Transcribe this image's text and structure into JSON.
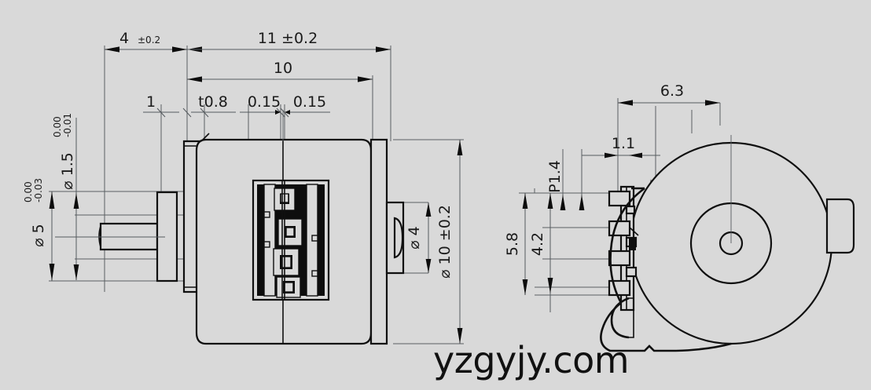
{
  "drawing": {
    "title": "Micro Motor Technical Drawing",
    "watermark": "yzgyjy.com",
    "background_color": "#d9d9d9",
    "line_color": "#101010",
    "dimension_line_color": "#5a5f63"
  },
  "views": {
    "side_view": {
      "name": "side-section-view",
      "dimensions": {
        "shaft_length": "4",
        "shaft_length_tol": "±0.2",
        "body_length": "11",
        "body_length_tol": "±0.2",
        "inner_length": "10",
        "front_step": "1",
        "plate_thickness": "t0.8",
        "gap_a": "0.15",
        "gap_b": "0.15",
        "shaft_dia": "1.5",
        "shaft_dia_tol_upper": "0.00",
        "shaft_dia_tol_lower": "-0.01",
        "boss_dia": "5",
        "boss_dia_tol_upper": "0.00",
        "boss_dia_tol_lower": "-0.03",
        "rear_boss_dia": "4",
        "body_dia": "10",
        "body_dia_tol": "±0.2",
        "diameter_symbol": "⌀"
      }
    },
    "end_view": {
      "name": "rear-end-view",
      "dimensions": {
        "terminal_offset": "6.3",
        "terminal_width": "1.1",
        "pin_pitch": "P1.4",
        "pin_span_outer": "5.8",
        "pin_span_inner": "4.2"
      }
    }
  },
  "labels": {
    "dim_4": "4",
    "dim_4_tol": "±0.2",
    "dim_11": "11 ±0.2",
    "dim_10": "10",
    "dim_1": "1",
    "dim_t08": "t0.8",
    "dim_015_a": "0.15",
    "dim_015_b": "0.15",
    "dim_phi15": "⌀ 1.5",
    "dim_phi15_tol_up": "0.00",
    "dim_phi15_tol_lo": "-0.01",
    "dim_phi5": "⌀ 5",
    "dim_phi5_tol_up": "0.00",
    "dim_phi5_tol_lo": "-0.03",
    "dim_phi4": "⌀ 4",
    "dim_phi10": "⌀ 10 ±0.2",
    "dim_63": "6.3",
    "dim_11b": "1.1",
    "dim_p14": "P1.4",
    "dim_58": "5.8",
    "dim_42": "4.2",
    "watermark": "yzgyjy.com"
  }
}
